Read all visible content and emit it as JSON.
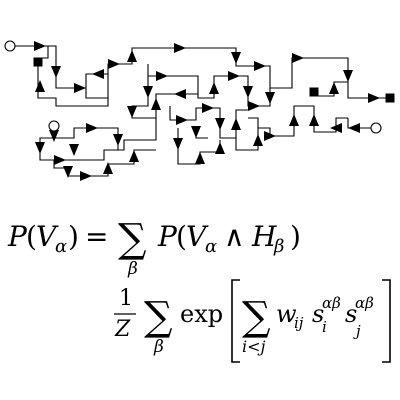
{
  "diagram": {
    "description": "path diagram: open-circle terminals, filled-square terminals, arrows along a meandering polyline",
    "colors": {
      "line": "#000000",
      "background": "#ffffff"
    },
    "terminals": {
      "open_circle": "open-circle-terminal-icon",
      "filled_square": "filled-square-terminal-icon",
      "arrow": "arrow-head-icon"
    }
  },
  "formula": {
    "line1": {
      "P": "P",
      "V": "V",
      "alpha": "α",
      "open": "(",
      "close": ")",
      "eq": "=",
      "sum": "∑",
      "beta": "β",
      "and": "∧",
      "H": "H"
    },
    "line2": {
      "one": "1",
      "Z": "Z",
      "exp": "exp",
      "lbrack": "[",
      "rbrack": "]",
      "ij": "i<j",
      "w": "w",
      "ijsub": "ij",
      "s": "s",
      "i": "i",
      "j": "j",
      "ab": "αβ"
    }
  }
}
